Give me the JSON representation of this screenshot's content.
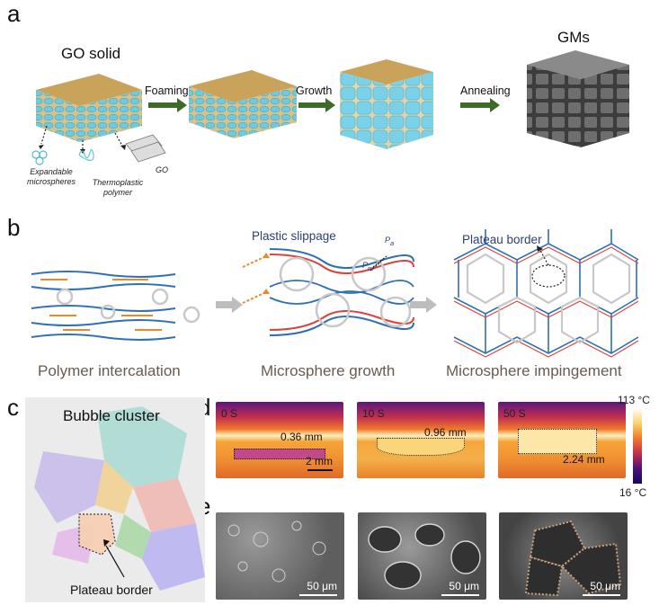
{
  "panels": {
    "a": "a",
    "b": "b",
    "c": "c",
    "d": "d",
    "e": "e"
  },
  "panel_a": {
    "left_title": "GO solid",
    "right_title": "GMs",
    "arrows": [
      "Foaming",
      "Growth",
      "Annealing"
    ],
    "components": {
      "microspheres": "Expandable microspheres",
      "microspheres_line1": "Expandable",
      "microspheres_line2": "microspheres",
      "polymer_line1": "Thermoplastic",
      "polymer_line2": "polymer",
      "go": "GO"
    },
    "colors": {
      "gold": "#c9a35a",
      "cyan": "#6ccbe0",
      "gray": "#6e6e6e"
    }
  },
  "panel_b": {
    "annotations": [
      "Plastic slippage",
      "Plateau border"
    ],
    "pressure_labels": [
      "P",
      "a",
      "P",
      "m"
    ],
    "stages": [
      "Polymer intercalation",
      "Microsphere growth",
      "Microsphere impingement"
    ],
    "colors": {
      "blue": "#2f6fb7",
      "orange": "#e8892b",
      "red": "#d9443c",
      "sphere": "#c8c8c8"
    }
  },
  "panel_c": {
    "title": "Bubble cluster",
    "annotation": "Plateau border"
  },
  "panel_d": {
    "frames": [
      {
        "time": "0 S",
        "thickness": "0.36 mm"
      },
      {
        "time": "10 S",
        "thickness": "0.96 mm"
      },
      {
        "time": "50 S",
        "thickness": "2.24 mm"
      }
    ],
    "scale_bar": "2 mm",
    "colorbar_max": "113 °C",
    "colorbar_min": "16 °C"
  },
  "panel_e": {
    "scale_bars": [
      "50 μm",
      "50 μm",
      "50 μm"
    ]
  }
}
